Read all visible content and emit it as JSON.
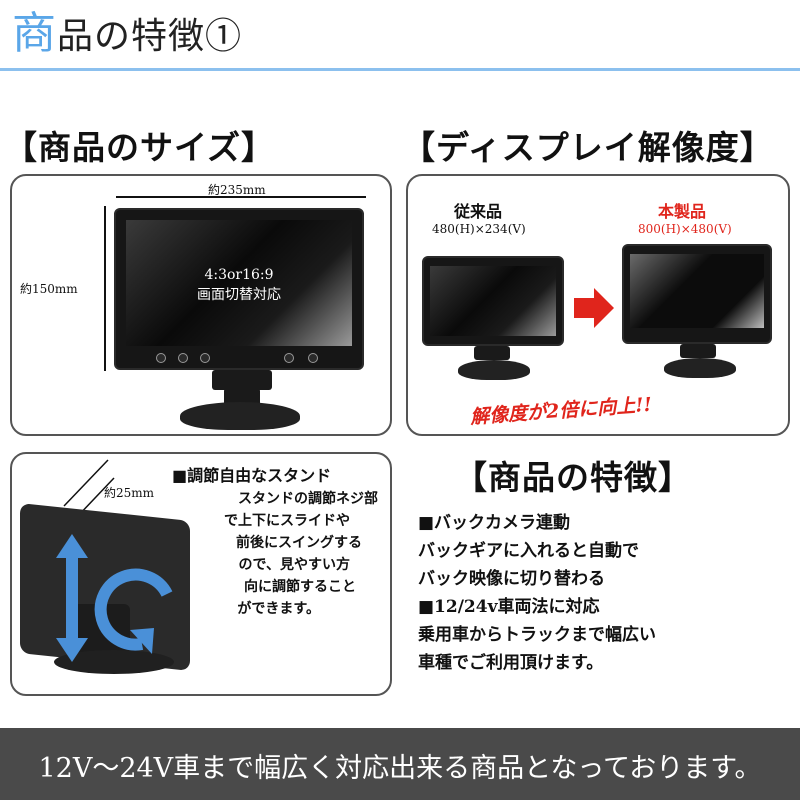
{
  "header": {
    "title_first_char": "商",
    "title_rest": "品の特徴①",
    "accent_color": "#5aa6e8"
  },
  "size_section": {
    "heading": "【商品のサイズ】",
    "width_label": "約235mm",
    "height_label": "約150mm",
    "screen_text_line1": "4:3or16:9",
    "screen_text_line2": "画面切替対応"
  },
  "resolution_section": {
    "heading": "【ディスプレイ解像度】",
    "old_label": "従来品",
    "old_res": "480(H)×234(V)",
    "new_label": "本製品",
    "new_res": "800(H)×480(V)",
    "caption": "解像度が2倍に向上!!",
    "accent_red": "#e0251c"
  },
  "stand_section": {
    "angle_label": "約25mm",
    "title": "■調節自由なスタンド",
    "lines": [
      "スタンドの調節ネジ部",
      "で上下にスライドや",
      "前後にスイングする",
      "ので、見やすい方",
      "向に調節すること",
      "ができます。"
    ]
  },
  "features_section": {
    "heading": "【商品の特徴】",
    "lines": [
      "■バックカメラ連動",
      "バックギアに入れると自動で",
      "バック映像に切り替わる",
      "■12/24v車両法に対応",
      "乗用車からトラックまで幅広い",
      "車種でご利用頂けます。"
    ]
  },
  "footer": {
    "text": "12V～24V車まで幅広く対応出来る商品となっております。",
    "background": "#4a4a4a"
  }
}
